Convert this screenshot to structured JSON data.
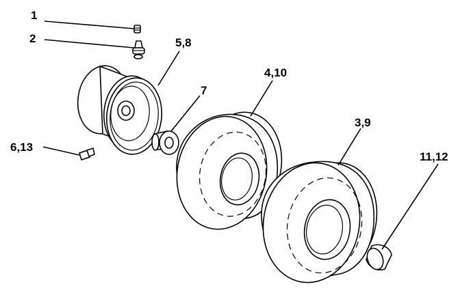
{
  "callouts": {
    "c1": "1",
    "c2": "2",
    "c58": "5,8",
    "c7": "7",
    "c410": "4,10",
    "c39": "3,9",
    "c613": "6,13",
    "c1112": "11,12"
  }
}
